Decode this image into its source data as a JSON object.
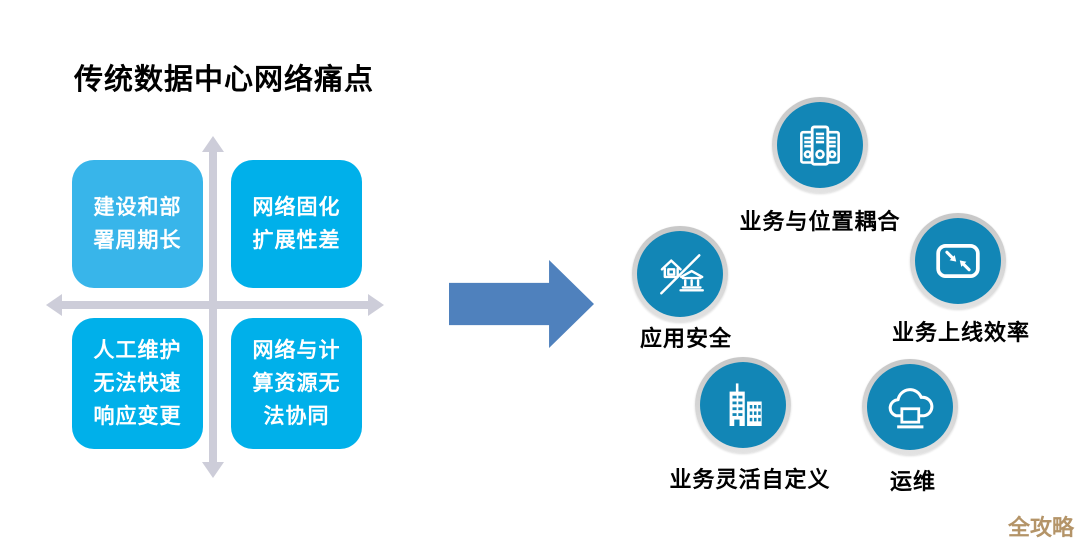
{
  "title": "传统数据中心网络痛点",
  "watermark": "全攻略",
  "colors": {
    "box_blue_light": "#38B5EA",
    "box_blue": "#00B0EA",
    "axis_gray": "#CDCDD9",
    "transform_arrow_blue": "#4F81BD",
    "circle_blue": "#1286B6",
    "circle_ring_gray": "#D3D3D3",
    "watermark_gold": "#B49468"
  },
  "quadrant": {
    "boxes": [
      {
        "id": "build-deploy-cycle",
        "text": "建设和部署周期长",
        "lines": [
          "建设和部",
          "署周期长"
        ]
      },
      {
        "id": "network-rigid",
        "text": "网络固化扩展性差",
        "lines": [
          "网络固化",
          "扩展性差"
        ]
      },
      {
        "id": "manual-maintenance",
        "text": "人工维护无法快速响应变更",
        "lines": [
          "人工维护",
          "无法快速",
          "响应变更"
        ]
      },
      {
        "id": "net-compute-sync",
        "text": "网络与计算资源无法协同",
        "lines": [
          "网络与计",
          "算资源无",
          "法协同"
        ]
      }
    ]
  },
  "features": [
    {
      "label": "业务与位置耦合",
      "icon": "binders-icon"
    },
    {
      "label": "应用安全",
      "icon": "house-bank-slash-icon"
    },
    {
      "label": "业务上线效率",
      "icon": "shrink-arrows-icon"
    },
    {
      "label": "业务灵活自定义",
      "icon": "city-buildings-icon"
    },
    {
      "label": "运维",
      "icon": "cloud-monitor-icon"
    }
  ]
}
